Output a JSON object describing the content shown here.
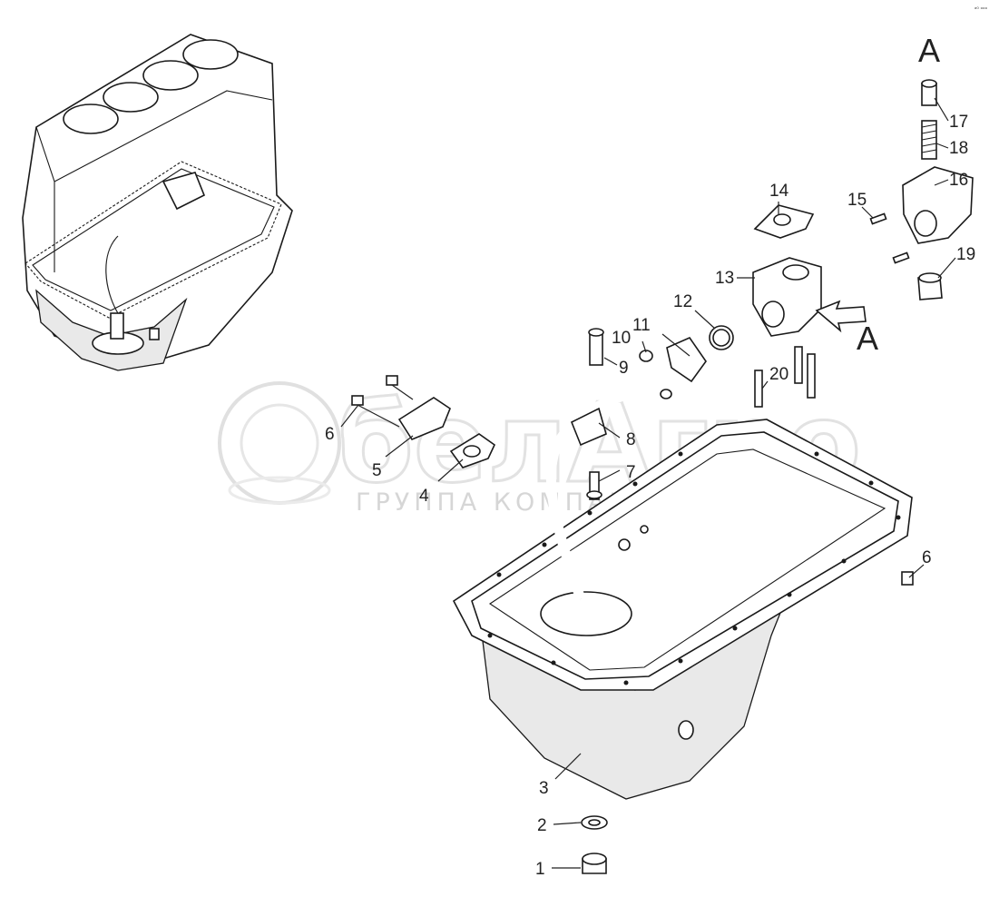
{
  "diagram": {
    "corner_mark": "ᵃ⁰ ᵒᵒᵒ",
    "view_letter_top": "A",
    "view_letter_arrow": "A",
    "watermark": {
      "brand": "белАгро",
      "subtitle": "ГРУППА КОМПАНИЙ"
    },
    "callouts": [
      {
        "label": "1"
      },
      {
        "label": "2"
      },
      {
        "label": "3"
      },
      {
        "label": "4"
      },
      {
        "label": "5"
      },
      {
        "label": "6"
      },
      {
        "label": "6"
      },
      {
        "label": "7"
      },
      {
        "label": "8"
      },
      {
        "label": "9"
      },
      {
        "label": "10"
      },
      {
        "label": "11"
      },
      {
        "label": "12"
      },
      {
        "label": "13"
      },
      {
        "label": "14"
      },
      {
        "label": "15"
      },
      {
        "label": "16"
      },
      {
        "label": "17"
      },
      {
        "label": "18"
      },
      {
        "label": "19"
      },
      {
        "label": "20"
      }
    ]
  }
}
